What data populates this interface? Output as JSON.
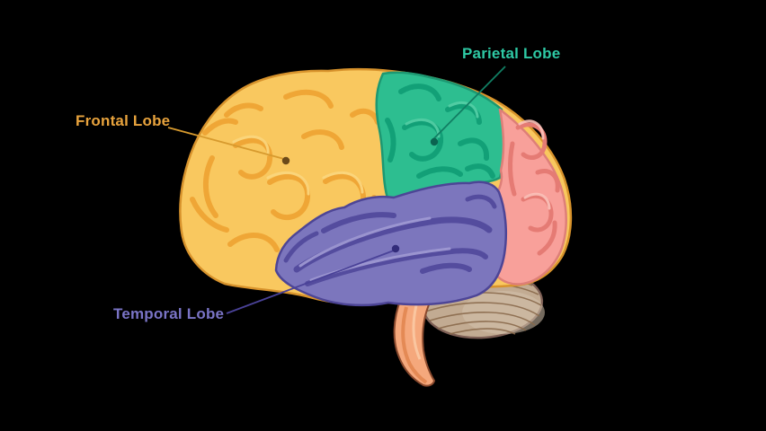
{
  "scene": {
    "background_color": "#000000",
    "subject": "human-brain-lateral-view-color-coded-lobes"
  },
  "annotations": {
    "frontal": {
      "text": "Frontal Lobe",
      "color": "#E8A33D",
      "line_color": "#D79A2E",
      "dot_color": "#6B4A1A"
    },
    "parietal": {
      "text": "Parietal Lobe",
      "color": "#2EC9A4",
      "line_color": "#117E63",
      "dot_color": "#0B6350"
    },
    "temporal": {
      "text": "Temporal Lobe",
      "color": "#7A74C6",
      "line_color": "#4A4298",
      "dot_color": "#332C7A"
    }
  },
  "regions": {
    "frontal": {
      "fill": "#F9C85F",
      "outline": "#D8932C",
      "fold": "#EFA636",
      "highlight": "#FBD77F"
    },
    "parietal": {
      "fill": "#2DBE90",
      "outline": "#1D9872",
      "fold": "#12A077",
      "highlight": "#55CFA6"
    },
    "occipital": {
      "fill": "#F8A09A",
      "outline": "#DE7F78",
      "fold": "#E57B74",
      "highlight": "#FBC2BA"
    },
    "temporal": {
      "fill": "#7C76BD",
      "outline": "#4D4596",
      "fold": "#544C9E",
      "highlight": "#A19BD4"
    },
    "cerebellum": {
      "fill": "#C2AB92",
      "outline": "#7D5F55",
      "fold": "#8A6A4C",
      "highlight": "#D4C1AB"
    },
    "brain_stem": {
      "fill": "#F5A87C",
      "outline": "#8B4A2E",
      "fold": "#E0854F",
      "highlight": "#FBC9A4"
    }
  }
}
